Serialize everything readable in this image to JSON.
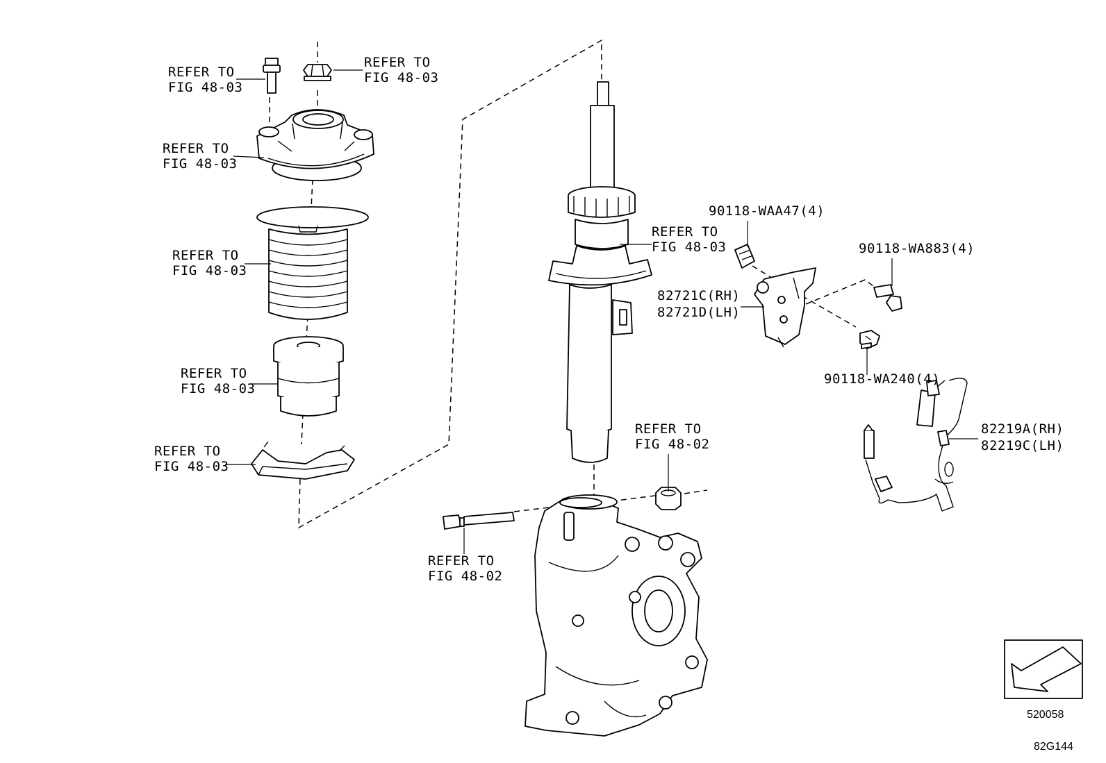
{
  "refer_fig_4803": {
    "line1": "REFER TO",
    "line2": "FIG 48-03"
  },
  "refer_fig_4802": {
    "line1": "REFER TO",
    "line2": "FIG 48-02"
  },
  "parts": {
    "bolt_waa47": "90118-WAA47(4)",
    "bolt_wa883": "90118-WA883(4)",
    "bracket_rh": "82721C(RH)",
    "bracket_lh": "82721D(LH)",
    "bolt_wa240": "90118-WA240(4)",
    "sensor_rh": "82219A(RH)",
    "sensor_lh": "82219C(LH)"
  },
  "inset_code": "520058",
  "figure_code": "82G144",
  "icons": {
    "orientation": "front-direction-arrow-icon"
  }
}
